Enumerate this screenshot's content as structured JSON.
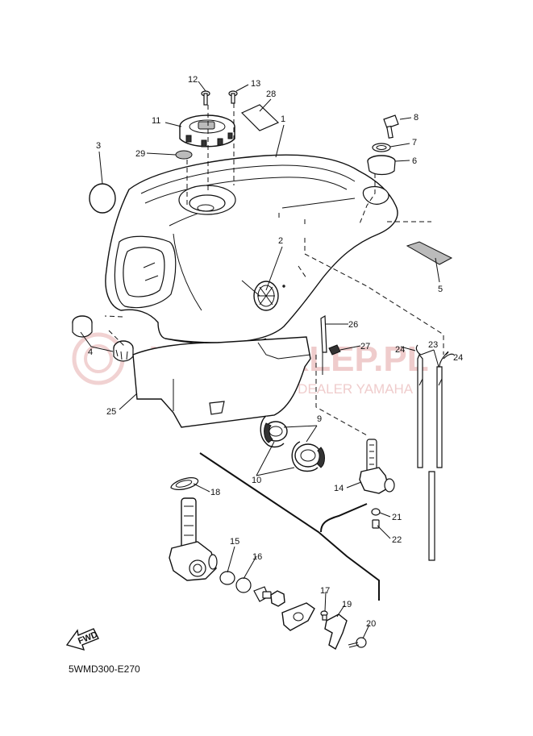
{
  "diagram": {
    "code": "5WMD300-E270",
    "watermark": {
      "brand": "YAMA SKLEP.PL",
      "dealer": "WOJCIECHOWICZ | DEALER YAMAHA"
    },
    "fwd_label": "FWD",
    "callouts": [
      "1",
      "2",
      "3",
      "4",
      "5",
      "6",
      "7",
      "8",
      "9",
      "10",
      "11",
      "12",
      "13",
      "14",
      "15",
      "16",
      "17",
      "18",
      "19",
      "20",
      "21",
      "22",
      "23",
      "24",
      "24",
      "25",
      "26",
      "27",
      "28",
      "29"
    ]
  }
}
